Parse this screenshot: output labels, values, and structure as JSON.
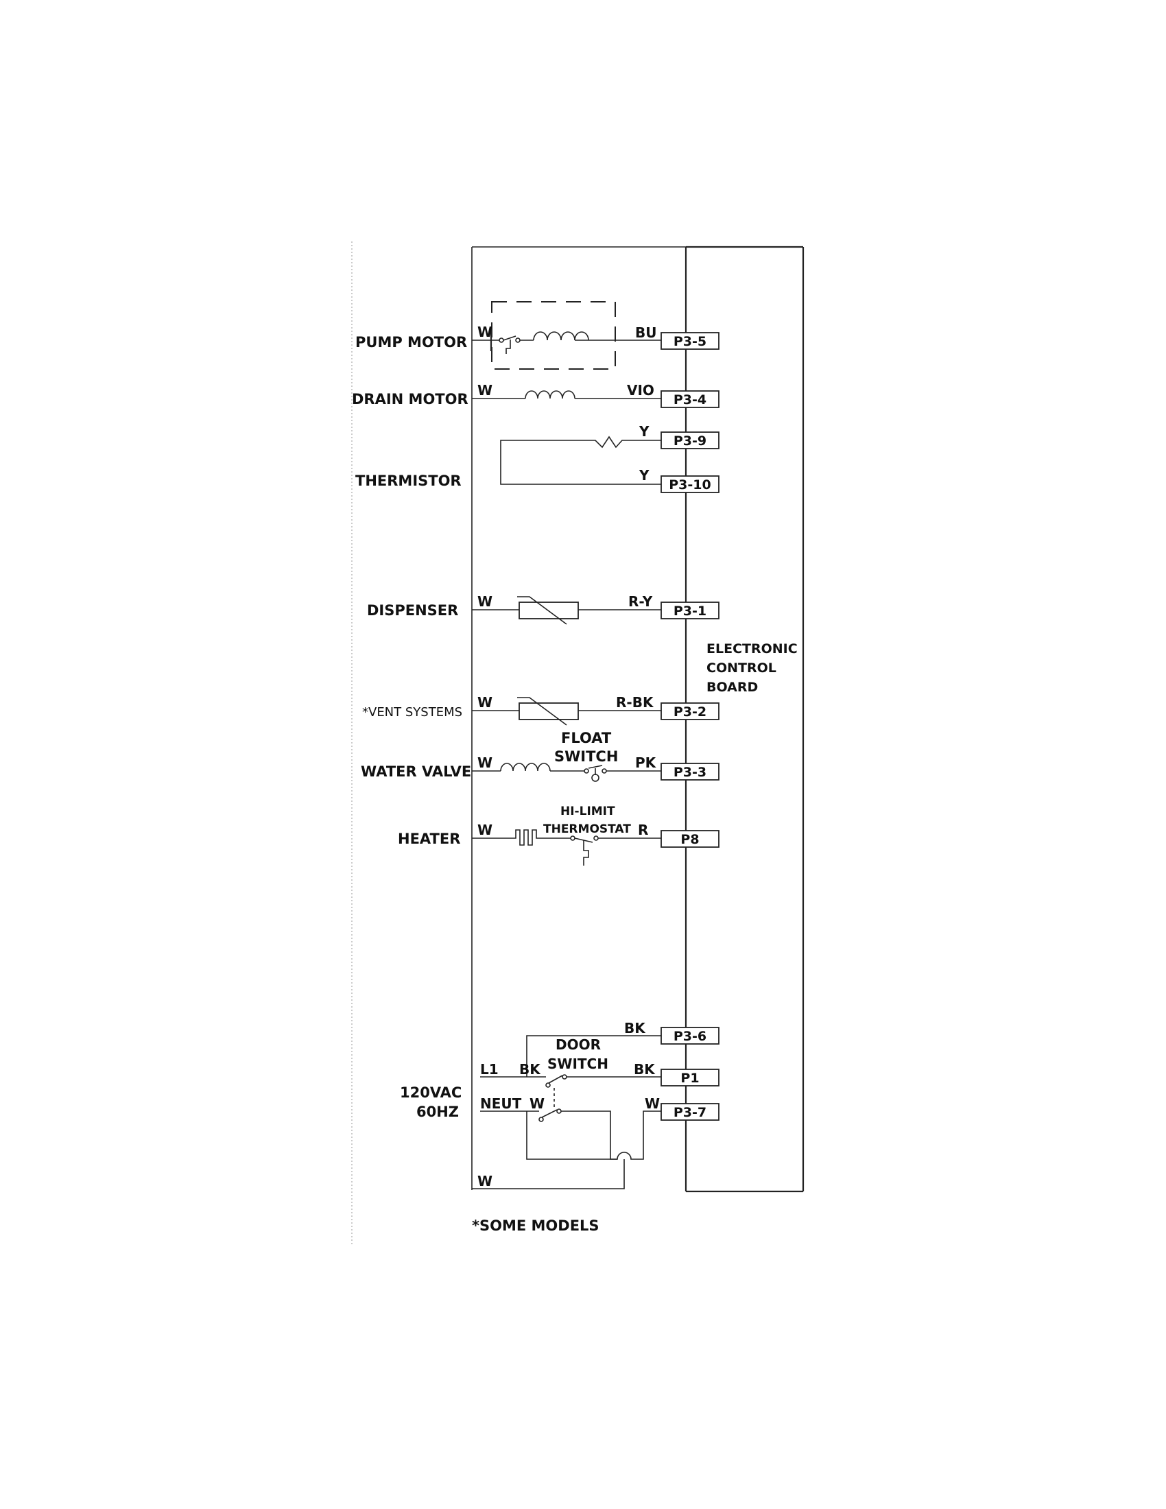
{
  "components": {
    "pump_motor": "PUMP MOTOR",
    "drain_motor": "DRAIN MOTOR",
    "thermistor": "THERMISTOR",
    "dispenser": "DISPENSER",
    "vent_systems": "*VENT SYSTEMS",
    "water_valve": "WATER VALVE",
    "heater": "HEATER",
    "supply_line1": "120VAC",
    "supply_line2": "60HZ"
  },
  "board": {
    "line1": "ELECTRONIC",
    "line2": "CONTROL",
    "line3": "BOARD"
  },
  "terminals": {
    "p3_5": "P3-5",
    "p3_4": "P3-4",
    "p3_9": "P3-9",
    "p3_10": "P3-10",
    "p3_1": "P3-1",
    "p3_2": "P3-2",
    "p3_3": "P3-3",
    "p8": "P8",
    "p3_6": "P3-6",
    "p1": "P1",
    "p3_7": "P3-7"
  },
  "wires": {
    "pump_left": "W",
    "pump_right": "BU",
    "drain_left": "W",
    "drain_right": "VIO",
    "therm_top": "Y",
    "therm_bottom": "Y",
    "disp_left": "W",
    "disp_right": "R-Y",
    "vent_left": "W",
    "vent_right": "R-BK",
    "valve_left": "W",
    "valve_right": "PK",
    "heater_left": "W",
    "heater_right": "R",
    "p36": "BK",
    "l1": "L1",
    "l1_bk": "BK",
    "p1_bk": "BK",
    "neut": "NEUT",
    "neut_w": "W",
    "p37_w": "W",
    "bottom_w": "W"
  },
  "switch_labels": {
    "float_1": "FLOAT",
    "float_2": "SWITCH",
    "hilimit_1": "HI-LIMIT",
    "hilimit_2": "THERMOSTAT",
    "door_1": "DOOR",
    "door_2": "SWITCH"
  },
  "footnote": "*SOME MODELS"
}
